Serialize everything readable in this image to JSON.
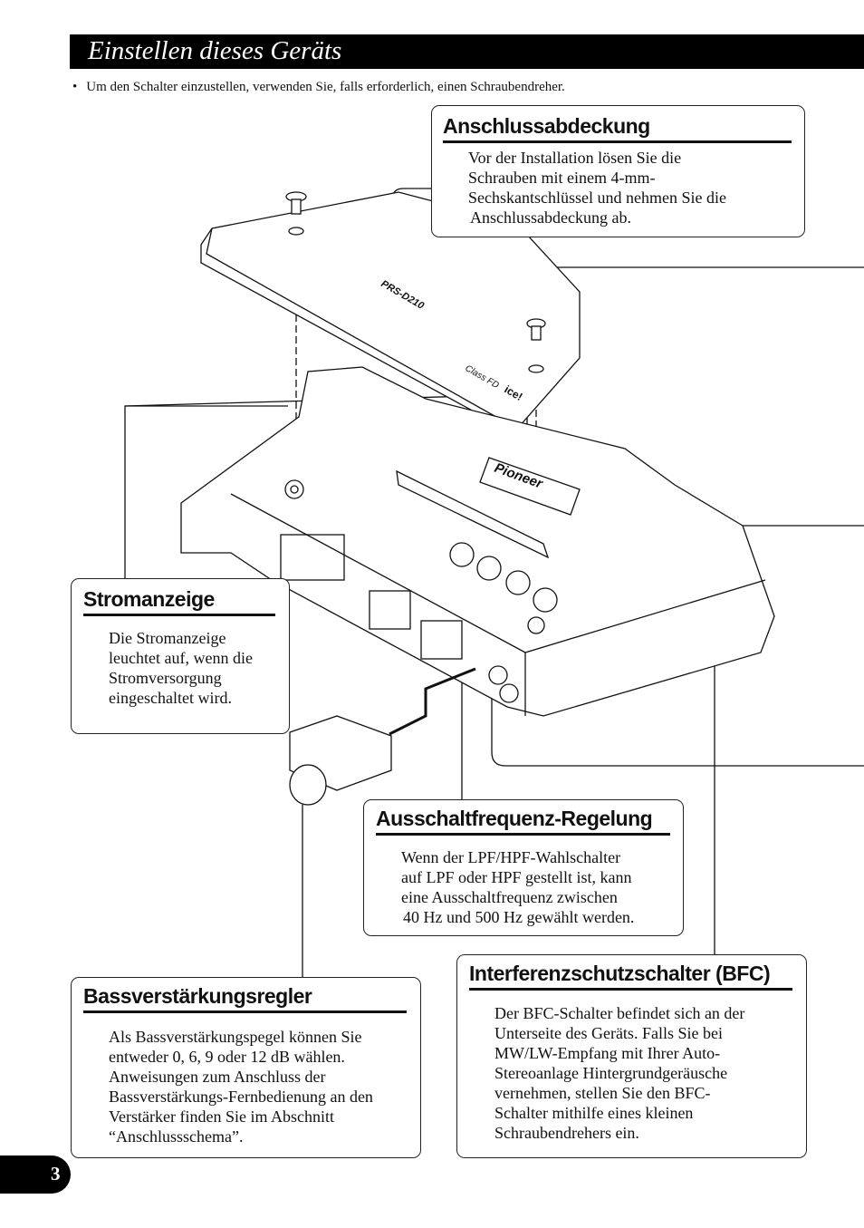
{
  "page": {
    "title": "Einstellen dieses Geräts",
    "intro": "Um den Schalter einzustellen, verwenden Sie, falls erforderlich, einen Schraubendreher.",
    "page_number": "3"
  },
  "callouts": {
    "cover": {
      "heading": "Anschlussabdeckung",
      "lines": [
        "Vor der Installation lösen Sie die",
        "Schrauben mit einem 4-mm-",
        "Sechskantschlüssel und nehmen Sie die",
        "Anschlussabdeckung ab."
      ]
    },
    "power": {
      "heading": "Stromanzeige",
      "lines": [
        "Die Stromanzeige",
        "leuchtet auf, wenn die",
        "Stromversorgung",
        "eingeschaltet wird."
      ]
    },
    "cutoff": {
      "heading": "Ausschaltfrequenz-Regelung",
      "lines": [
        "Wenn der LPF/HPF-Wahlschalter",
        "auf LPF oder HPF gestellt ist, kann",
        "eine Ausschaltfrequenz zwischen",
        "40 Hz und 500 Hz gewählt werden."
      ]
    },
    "bass": {
      "heading": "Bassverstärkungsregler",
      "lines": [
        "Als Bassverstärkungspegel können Sie",
        "entweder 0, 6, 9 oder 12 dB wählen.",
        "Anweisungen zum Anschluss der",
        "Bassverstärkungs-Fernbedienung an den",
        "Verstärker finden Sie im Abschnitt",
        "“Anschlussschema”."
      ]
    },
    "bfc": {
      "heading": "Interferenzschutzschalter (BFC)",
      "lines": [
        "Der BFC-Schalter befindet sich an der",
        "Unterseite des Geräts. Falls Sie bei",
        "MW/LW-Empfang mit Ihrer Auto-",
        "Stereoanlage Hintergrundgeräusche",
        "vernehmen, stellen Sie den BFC-",
        "Schalter mithilfe eines kleinen",
        "Schraubendrehers ein."
      ]
    }
  },
  "diagram": {
    "cover_model": "PRS-D210",
    "cover_class": "Class FD",
    "cover_logo": "ice!",
    "brand": "Pioneer"
  }
}
